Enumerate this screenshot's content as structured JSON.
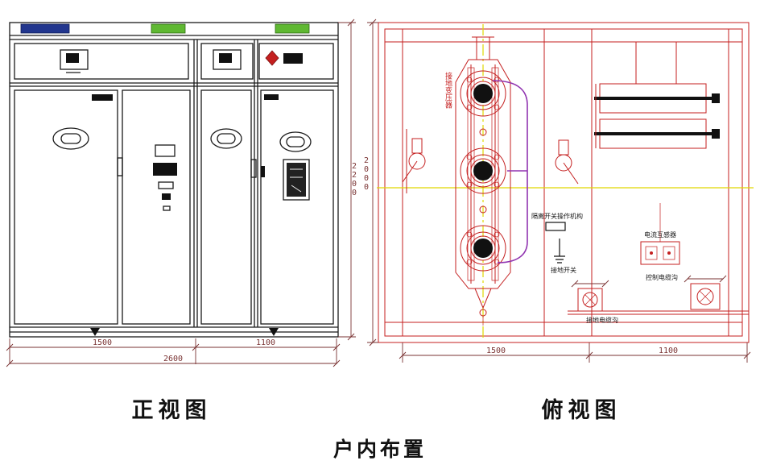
{
  "title": "户内布置",
  "front_view": {
    "label": "正视图",
    "dim_width_left": "1500",
    "dim_width_right": "1100",
    "dim_width_total": "2600",
    "dim_height": "2200"
  },
  "top_view": {
    "label": "俯视图",
    "dim_width_left": "1500",
    "dim_width_right": "1100",
    "dim_depth": "2000",
    "labels": {
      "transformer": "接地变压器",
      "disconnector_mechanism": "隔离开关操作机构",
      "earth_switch": "接地开关",
      "current_transformer": "电流互感器",
      "control_cable_trench": "控制电缆沟",
      "earth_cable_trench": "接地电缆沟"
    }
  },
  "colors": {
    "line_black": "#1a1a1a",
    "line_red": "#c41f1f",
    "accent_green": "#5fb832",
    "accent_blue": "#22368e",
    "centerline_yellow": "#e0d800",
    "wiring_purple": "#9033b0",
    "dimension": "#7a3333"
  }
}
